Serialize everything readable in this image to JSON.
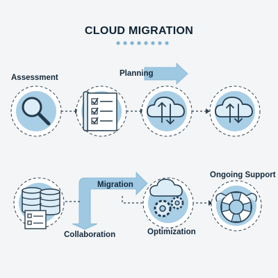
{
  "title": "CLOUD MIGRATION",
  "colors": {
    "ink": "#243a4c",
    "fill": "#a9cfe6",
    "arrow": "#9fc8e2",
    "dots": "#7fb3d3"
  },
  "stages": [
    {
      "label": "Assessment",
      "icon": "magnifier-icon"
    },
    {
      "label": "Planning",
      "icon": "checklist-document-icon"
    },
    {
      "label": "",
      "icon": "cloud-upload-download-icon"
    },
    {
      "label": "",
      "icon": "cloud-sync-icon"
    },
    {
      "label": "",
      "icon": "database-checklist-icon"
    },
    {
      "label": "Migration",
      "icon": "bent-arrow-icon"
    },
    {
      "label": "Optimization",
      "icon": "gears-cloud-icon"
    },
    {
      "label": "Ongoing Support",
      "icon": "lifebuoy-icon"
    },
    {
      "label": "Collaboration",
      "icon": "down-arrow-icon"
    }
  ]
}
